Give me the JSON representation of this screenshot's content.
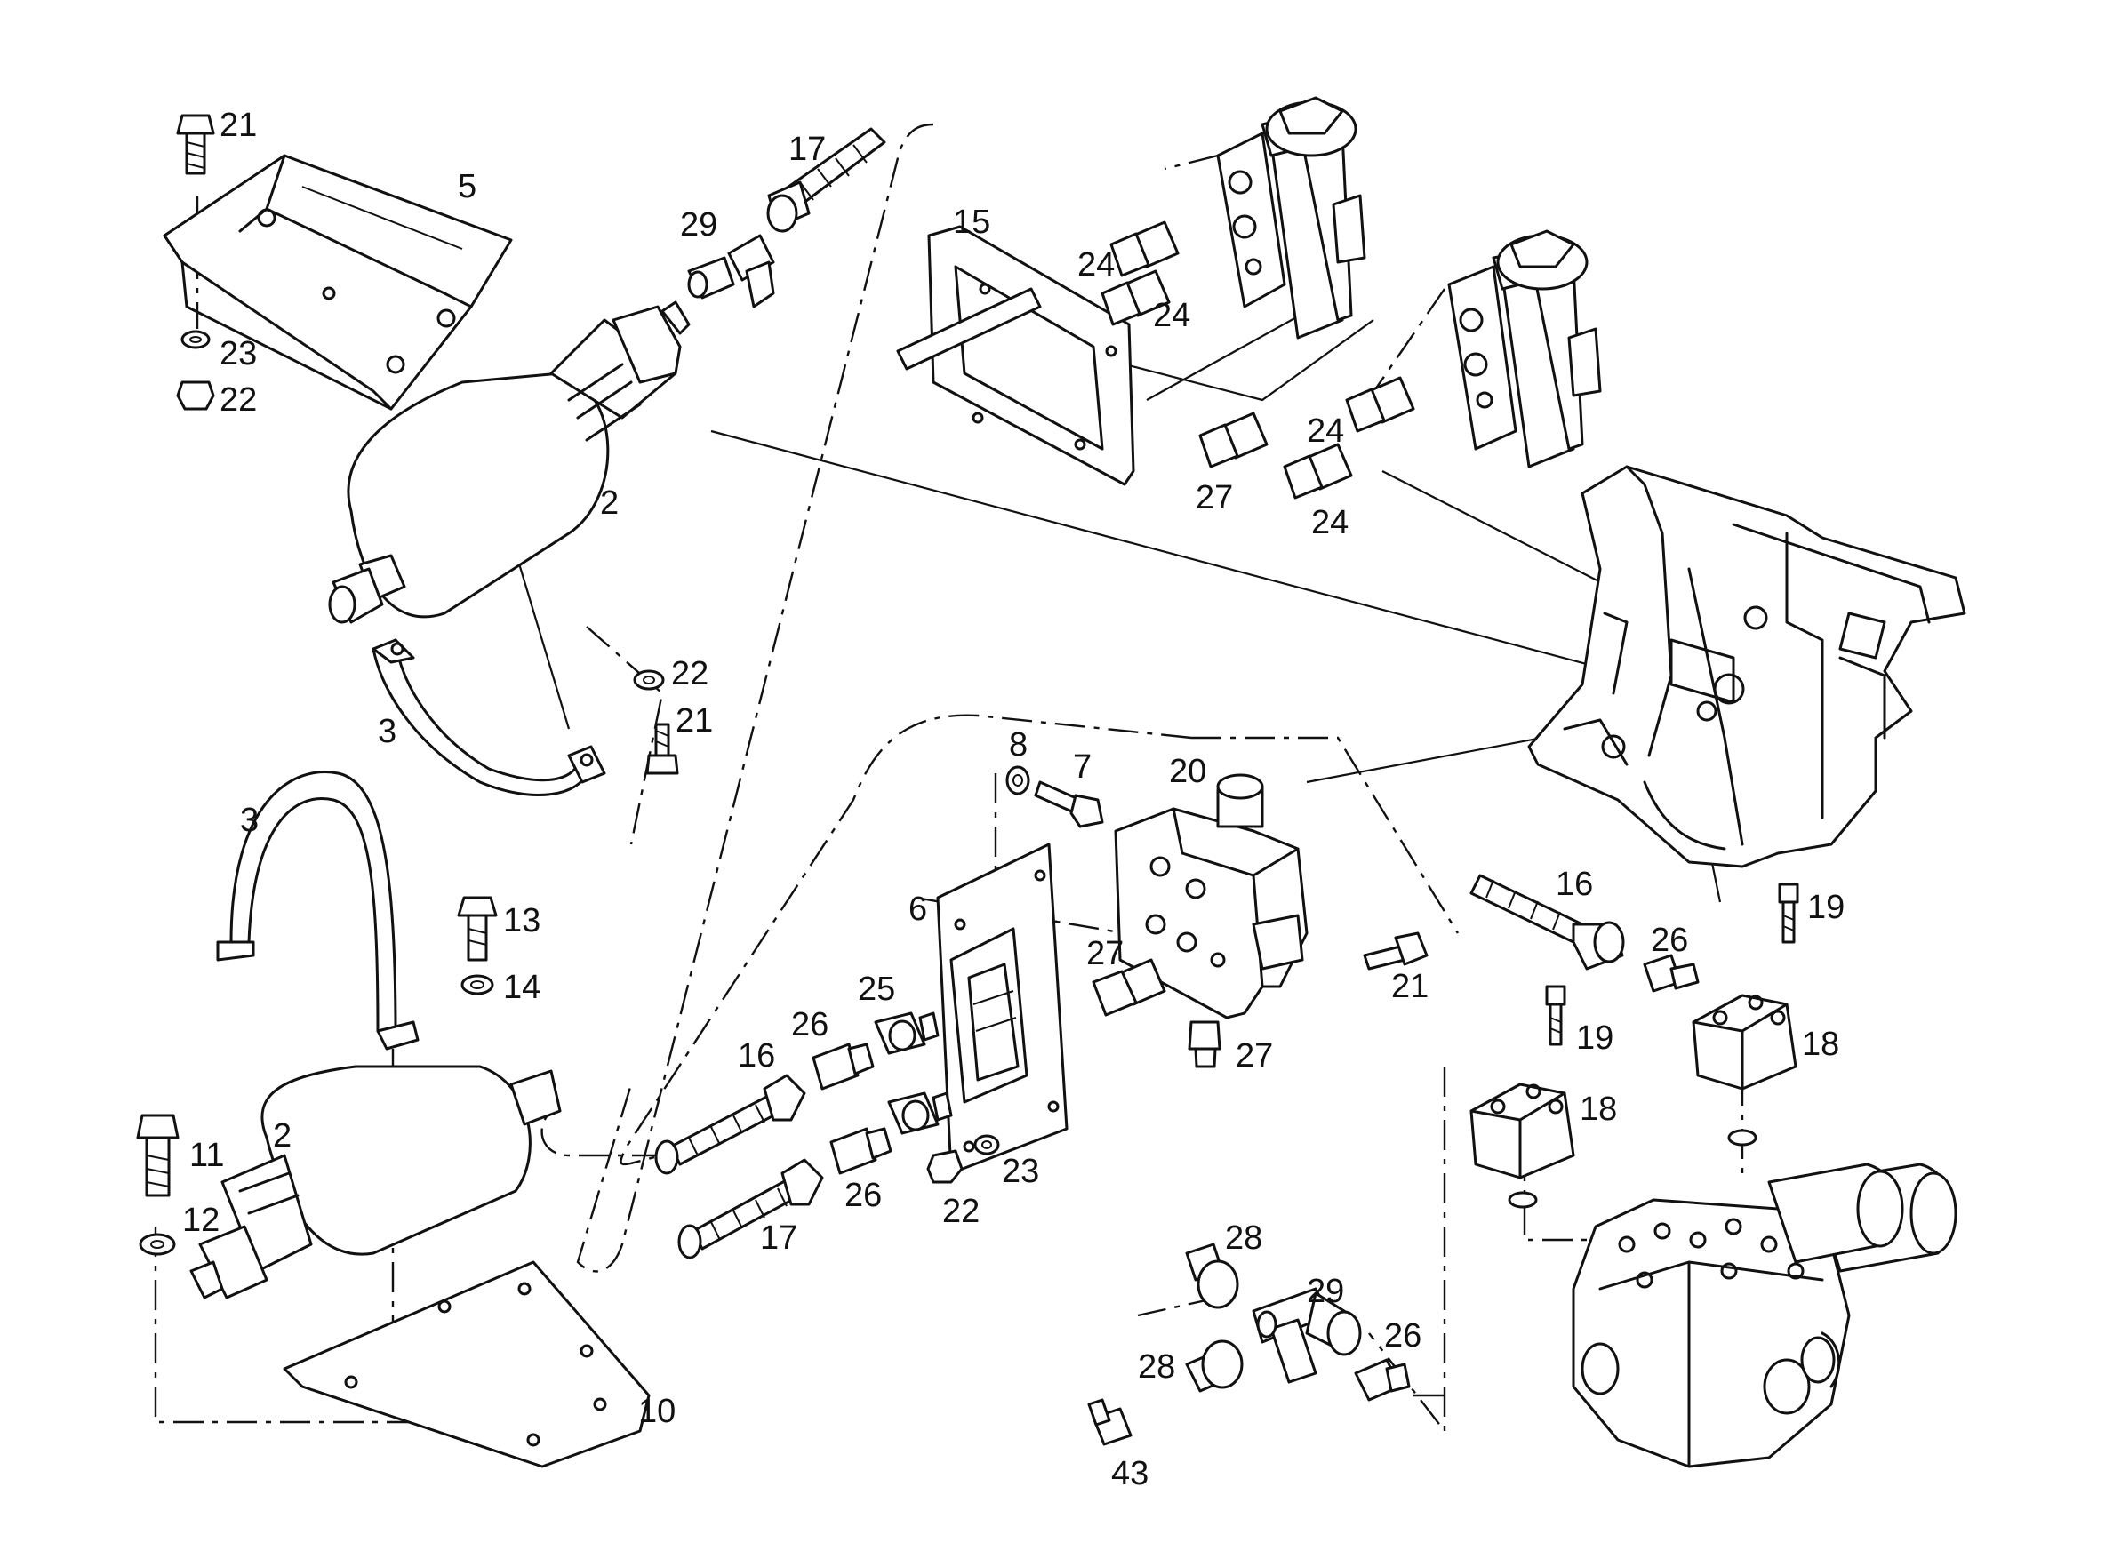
{
  "callouts": [
    {
      "id": "c21a",
      "text": "21"
    },
    {
      "id": "c5",
      "text": "5"
    },
    {
      "id": "c23a",
      "text": "23"
    },
    {
      "id": "c22a",
      "text": "22"
    },
    {
      "id": "c17a",
      "text": "17"
    },
    {
      "id": "c29a",
      "text": "29"
    },
    {
      "id": "c15",
      "text": "15"
    },
    {
      "id": "c24a",
      "text": "24"
    },
    {
      "id": "c24b",
      "text": "24"
    },
    {
      "id": "c24c",
      "text": "24"
    },
    {
      "id": "c27a",
      "text": "27"
    },
    {
      "id": "c24d",
      "text": "24"
    },
    {
      "id": "c2a",
      "text": "2"
    },
    {
      "id": "c22b",
      "text": "22"
    },
    {
      "id": "c21b",
      "text": "21"
    },
    {
      "id": "c3a",
      "text": "3"
    },
    {
      "id": "c3b",
      "text": "3"
    },
    {
      "id": "c13",
      "text": "13"
    },
    {
      "id": "c14",
      "text": "14"
    },
    {
      "id": "c8",
      "text": "8"
    },
    {
      "id": "c7",
      "text": "7"
    },
    {
      "id": "c20",
      "text": "20"
    },
    {
      "id": "c6",
      "text": "6"
    },
    {
      "id": "c27b",
      "text": "27"
    },
    {
      "id": "c25",
      "text": "25"
    },
    {
      "id": "c26a",
      "text": "26"
    },
    {
      "id": "c16a",
      "text": "16"
    },
    {
      "id": "c16b",
      "text": "16"
    },
    {
      "id": "c21c",
      "text": "21"
    },
    {
      "id": "c27c",
      "text": "27"
    },
    {
      "id": "c26b",
      "text": "26"
    },
    {
      "id": "c19a",
      "text": "19"
    },
    {
      "id": "c19b",
      "text": "19"
    },
    {
      "id": "c18a",
      "text": "18"
    },
    {
      "id": "c18b",
      "text": "18"
    },
    {
      "id": "c11",
      "text": "11"
    },
    {
      "id": "c2b",
      "text": "2"
    },
    {
      "id": "c12",
      "text": "12"
    },
    {
      "id": "c26c",
      "text": "26"
    },
    {
      "id": "c23b",
      "text": "23"
    },
    {
      "id": "c22c",
      "text": "22"
    },
    {
      "id": "c17b",
      "text": "17"
    },
    {
      "id": "c10",
      "text": "10"
    },
    {
      "id": "c28a",
      "text": "28"
    },
    {
      "id": "c29b",
      "text": "29"
    },
    {
      "id": "c26d",
      "text": "26"
    },
    {
      "id": "c28b",
      "text": "28"
    },
    {
      "id": "c43",
      "text": "43"
    }
  ]
}
